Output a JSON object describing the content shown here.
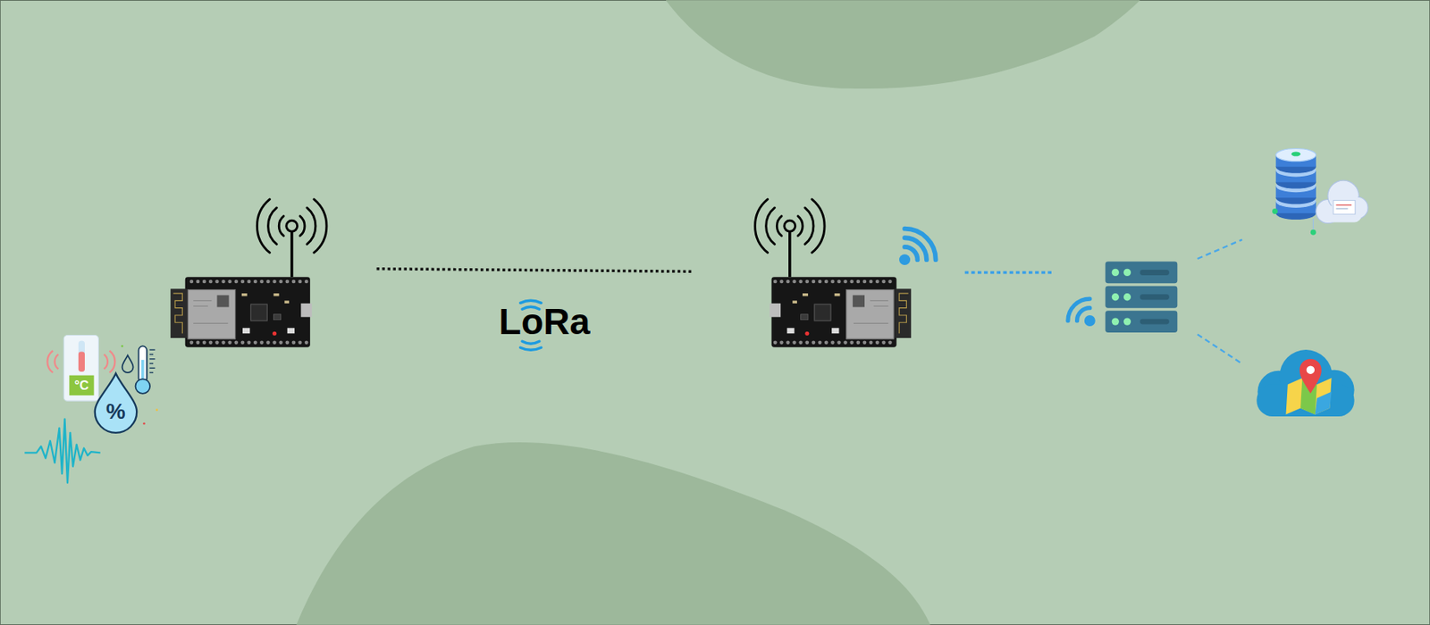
{
  "diagram": {
    "labels": [
      "°C",
      "%",
      "LoRa"
    ]
  }
}
